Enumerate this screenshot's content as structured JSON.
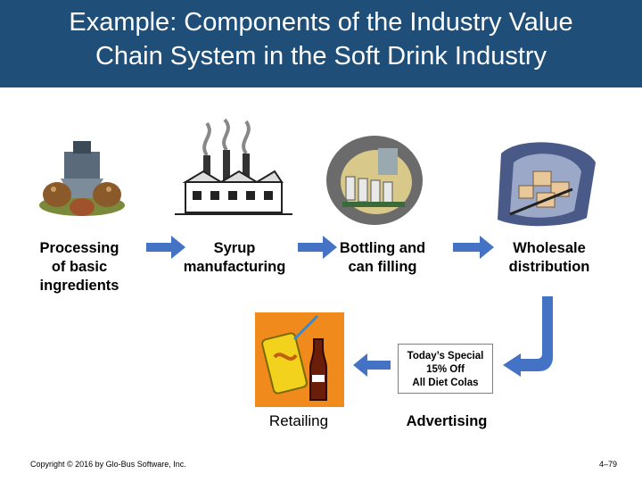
{
  "header": {
    "title_line1": "Example: Components of the Industry Value",
    "title_line2": "Chain System in the Soft Drink Industry"
  },
  "stages": {
    "processing": {
      "line1": "Processing",
      "line2": "of basic",
      "line3": "ingredients"
    },
    "syrup": {
      "line1": "Syrup",
      "line2": "manufacturing"
    },
    "bottling": {
      "line1": "Bottling and",
      "line2": "can filling"
    },
    "wholesale": {
      "line1": "Wholesale",
      "line2": "distribution"
    },
    "retailing": {
      "label": "Retailing"
    },
    "advertising": {
      "label": "Advertising"
    }
  },
  "sign": {
    "line1": "Today’s Special",
    "line2": "15% Off",
    "line3": "All Diet Colas"
  },
  "footer": {
    "copyright": "Copyright © 2016 by Glo-Bus Software, Inc.",
    "page": "4–79"
  },
  "icons": {
    "processing": "farm-produce-icon",
    "syrup": "factory-icon",
    "bottling": "bottling-line-icon",
    "wholesale": "warehouse-icon",
    "retailing": "soda-drinks-icon"
  },
  "colors": {
    "title_bar": "#1f4e79",
    "arrow": "#4472c4",
    "title_text": "#ffffff"
  }
}
